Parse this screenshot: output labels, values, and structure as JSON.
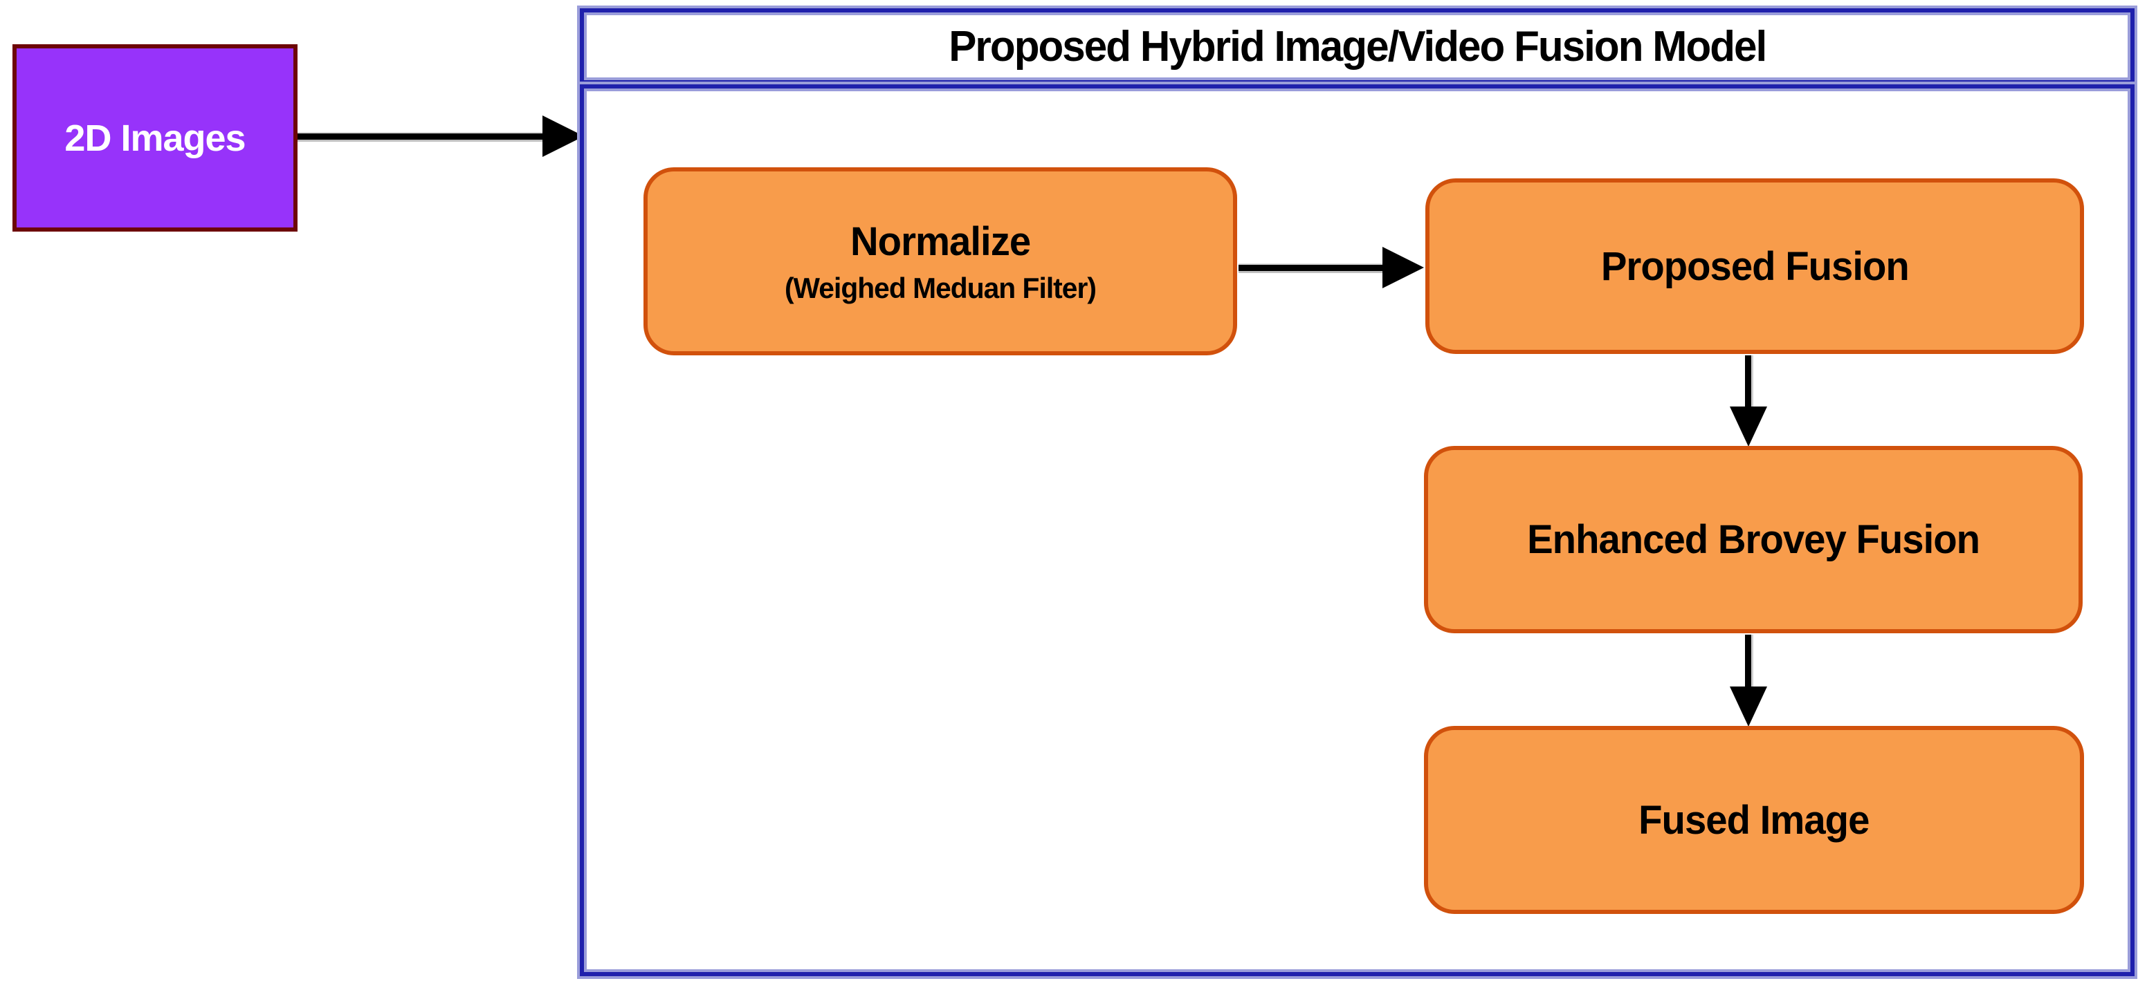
{
  "diagram": {
    "title": "Proposed Hybrid Image/Video Fusion Model",
    "input": {
      "label": "2D Images"
    },
    "nodes": {
      "normalize": {
        "label": "Normalize",
        "sublabel": "(Weighed Meduan Filter)"
      },
      "proposed_fusion": {
        "label": "Proposed Fusion"
      },
      "enhanced_brovey": {
        "label": "Enhanced Brovey Fusion"
      },
      "fused_image": {
        "label": "Fused Image"
      }
    },
    "edges": [
      {
        "from": "2D Images",
        "to": "Proposed Hybrid Image/Video Fusion Model"
      },
      {
        "from": "Normalize",
        "to": "Proposed Fusion"
      },
      {
        "from": "Proposed Fusion",
        "to": "Enhanced Brovey Fusion"
      },
      {
        "from": "Enhanced Brovey Fusion",
        "to": "Fused Image"
      }
    ],
    "colors": {
      "node_fill": "#F89C4B",
      "node_border": "#D1510C",
      "input_fill": "#9733FA",
      "input_border": "#6D0606",
      "frame_border": "#1F20AC",
      "frame_border_light": "#9A9DDA",
      "arrow": "#000000",
      "title_text": "#000000",
      "input_text": "#FFFFFF"
    }
  }
}
